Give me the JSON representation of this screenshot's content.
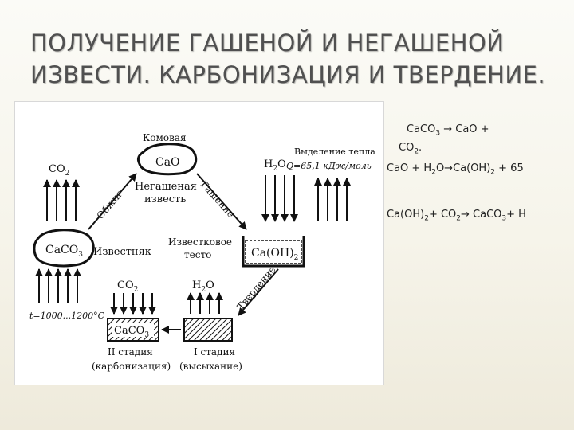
{
  "slide": {
    "title_line1": "ПОЛУЧЕНИЕ ГАШЕНОЙ И НЕГАШЕНОЙ",
    "title_line2": "ИЗВЕСТИ. КАРБОНИЗАЦИЯ И ТВЕРДЕНИЕ."
  },
  "diagram": {
    "komovaya": "Комовая",
    "cao": "CaO",
    "negashenaya_1": "Негашеная",
    "negashenaya_2": "известь",
    "co2_top": "CO",
    "co2_top_sub": "2",
    "h2o_top": "H",
    "h2o_top_sub": "2",
    "h2o_top_tail": "O",
    "heat_1": "Выделение тепла",
    "heat_2": "Q=65,1 кДж/моль",
    "obzhig": "Обжиг",
    "gashenie": "Гашение",
    "caco3_left": "CaCO",
    "caco3_left_sub": "3",
    "izvestnyak": "Известняк",
    "izvestkovoe_1": "Известковое",
    "izvestkovoe_2": "тесто",
    "caoh2": "Ca(OH)",
    "caoh2_sub": "2",
    "temperature": "t=1000...1200°C",
    "tverdenie": "Твердение",
    "co2_bottom": "CO",
    "co2_bottom_sub": "2",
    "h2o_bottom": "H",
    "h2o_bottom_sub": "2",
    "h2o_bottom_tail": "O",
    "caco3_bottom": "CaCO",
    "caco3_bottom_sub": "3",
    "stage2_1": "II стадия",
    "stage2_2": "(карбонизация)",
    "stage1_1": "I стадия",
    "stage1_2": "(высыхание)"
  },
  "equations": {
    "eq1_a": "CaCO",
    "eq1_a_sub": "3",
    "eq1_b": " → CaO +",
    "eq1_c": "CO",
    "eq1_c_sub": "2",
    "eq1_d": ".",
    "eq2_a": "CaO + H",
    "eq2_a_sub": "2",
    "eq2_b": "O→Ca(OH)",
    "eq2_b_sub": "2",
    "eq2_c": " + 65",
    "eq3_a": "Ca(OH)",
    "eq3_a_sub": "2",
    "eq3_b": "+ CO",
    "eq3_b_sub": "2",
    "eq3_c": "→ CaCO",
    "eq3_c_sub": "3",
    "eq3_d": "+ H"
  }
}
